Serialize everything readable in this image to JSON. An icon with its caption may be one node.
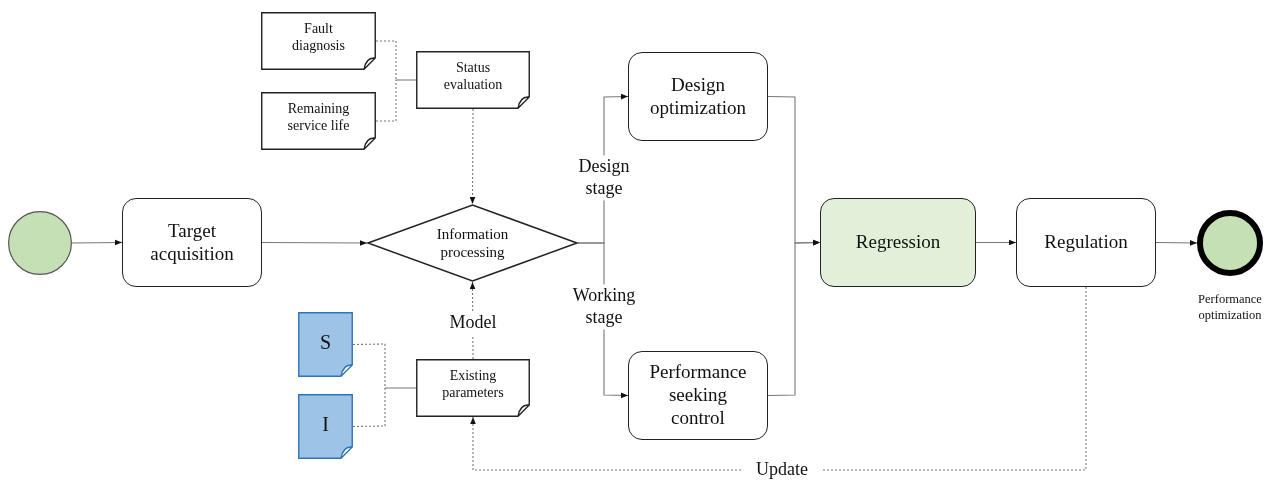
{
  "diagram": {
    "nodes": [
      {
        "text": [],
        "shape": "circle"
      },
      {
        "text": [
          "Target acquisition"
        ]
      },
      {
        "text": [
          "Fault diagnosis"
        ]
      },
      {
        "text": [
          "Remaining service life"
        ]
      },
      {
        "text": [
          "Status evaluation"
        ]
      },
      {
        "text": [
          "Information processing"
        ]
      },
      {
        "text": [
          "Design optimization"
        ]
      },
      {
        "text": [
          "Performance seeking control"
        ]
      },
      {
        "text": [
          "S"
        ]
      },
      {
        "text": [
          "I"
        ]
      },
      {
        "text": [
          "Existing parameters"
        ]
      },
      {
        "text": [
          "Regression"
        ]
      },
      {
        "text": [
          "Regulation"
        ]
      },
      {
        "text": [],
        "shape": "circle",
        "beside": [
          "Performance optimization"
        ]
      }
    ],
    "edges": [
      {
        "from": 0,
        "to": 1,
        "arrow": "to"
      },
      {
        "from": 1,
        "to": 5,
        "arrow": "to"
      },
      {
        "from": 2,
        "to": 4,
        "arrow": "none",
        "style": "dashed"
      },
      {
        "from": 3,
        "to": 4,
        "arrow": "none",
        "style": "dashed"
      },
      {
        "from": 4,
        "to": 5,
        "arrow": "to",
        "style": "dashed"
      },
      {
        "from": 10,
        "to": 5,
        "arrow": "to",
        "style": "dashed",
        "label": "Model"
      },
      {
        "from": 8,
        "to": 10,
        "arrow": "none",
        "style": "dashed"
      },
      {
        "from": 9,
        "to": 10,
        "arrow": "none",
        "style": "dashed"
      },
      {
        "from": 5,
        "to": 6,
        "arrow": "to",
        "label": "Design stage"
      },
      {
        "from": 5,
        "to": 7,
        "arrow": "to",
        "label": "Working stage"
      },
      {
        "from": 6,
        "to": 11,
        "arrow": "to"
      },
      {
        "from": 7,
        "to": 11,
        "arrow": "to"
      },
      {
        "from": 11,
        "to": 12,
        "arrow": "to"
      },
      {
        "from": 12,
        "to": 13,
        "arrow": "to"
      },
      {
        "from": 12,
        "to": 10,
        "arrow": "to",
        "style": "dashed",
        "label": "Update"
      }
    ]
  }
}
